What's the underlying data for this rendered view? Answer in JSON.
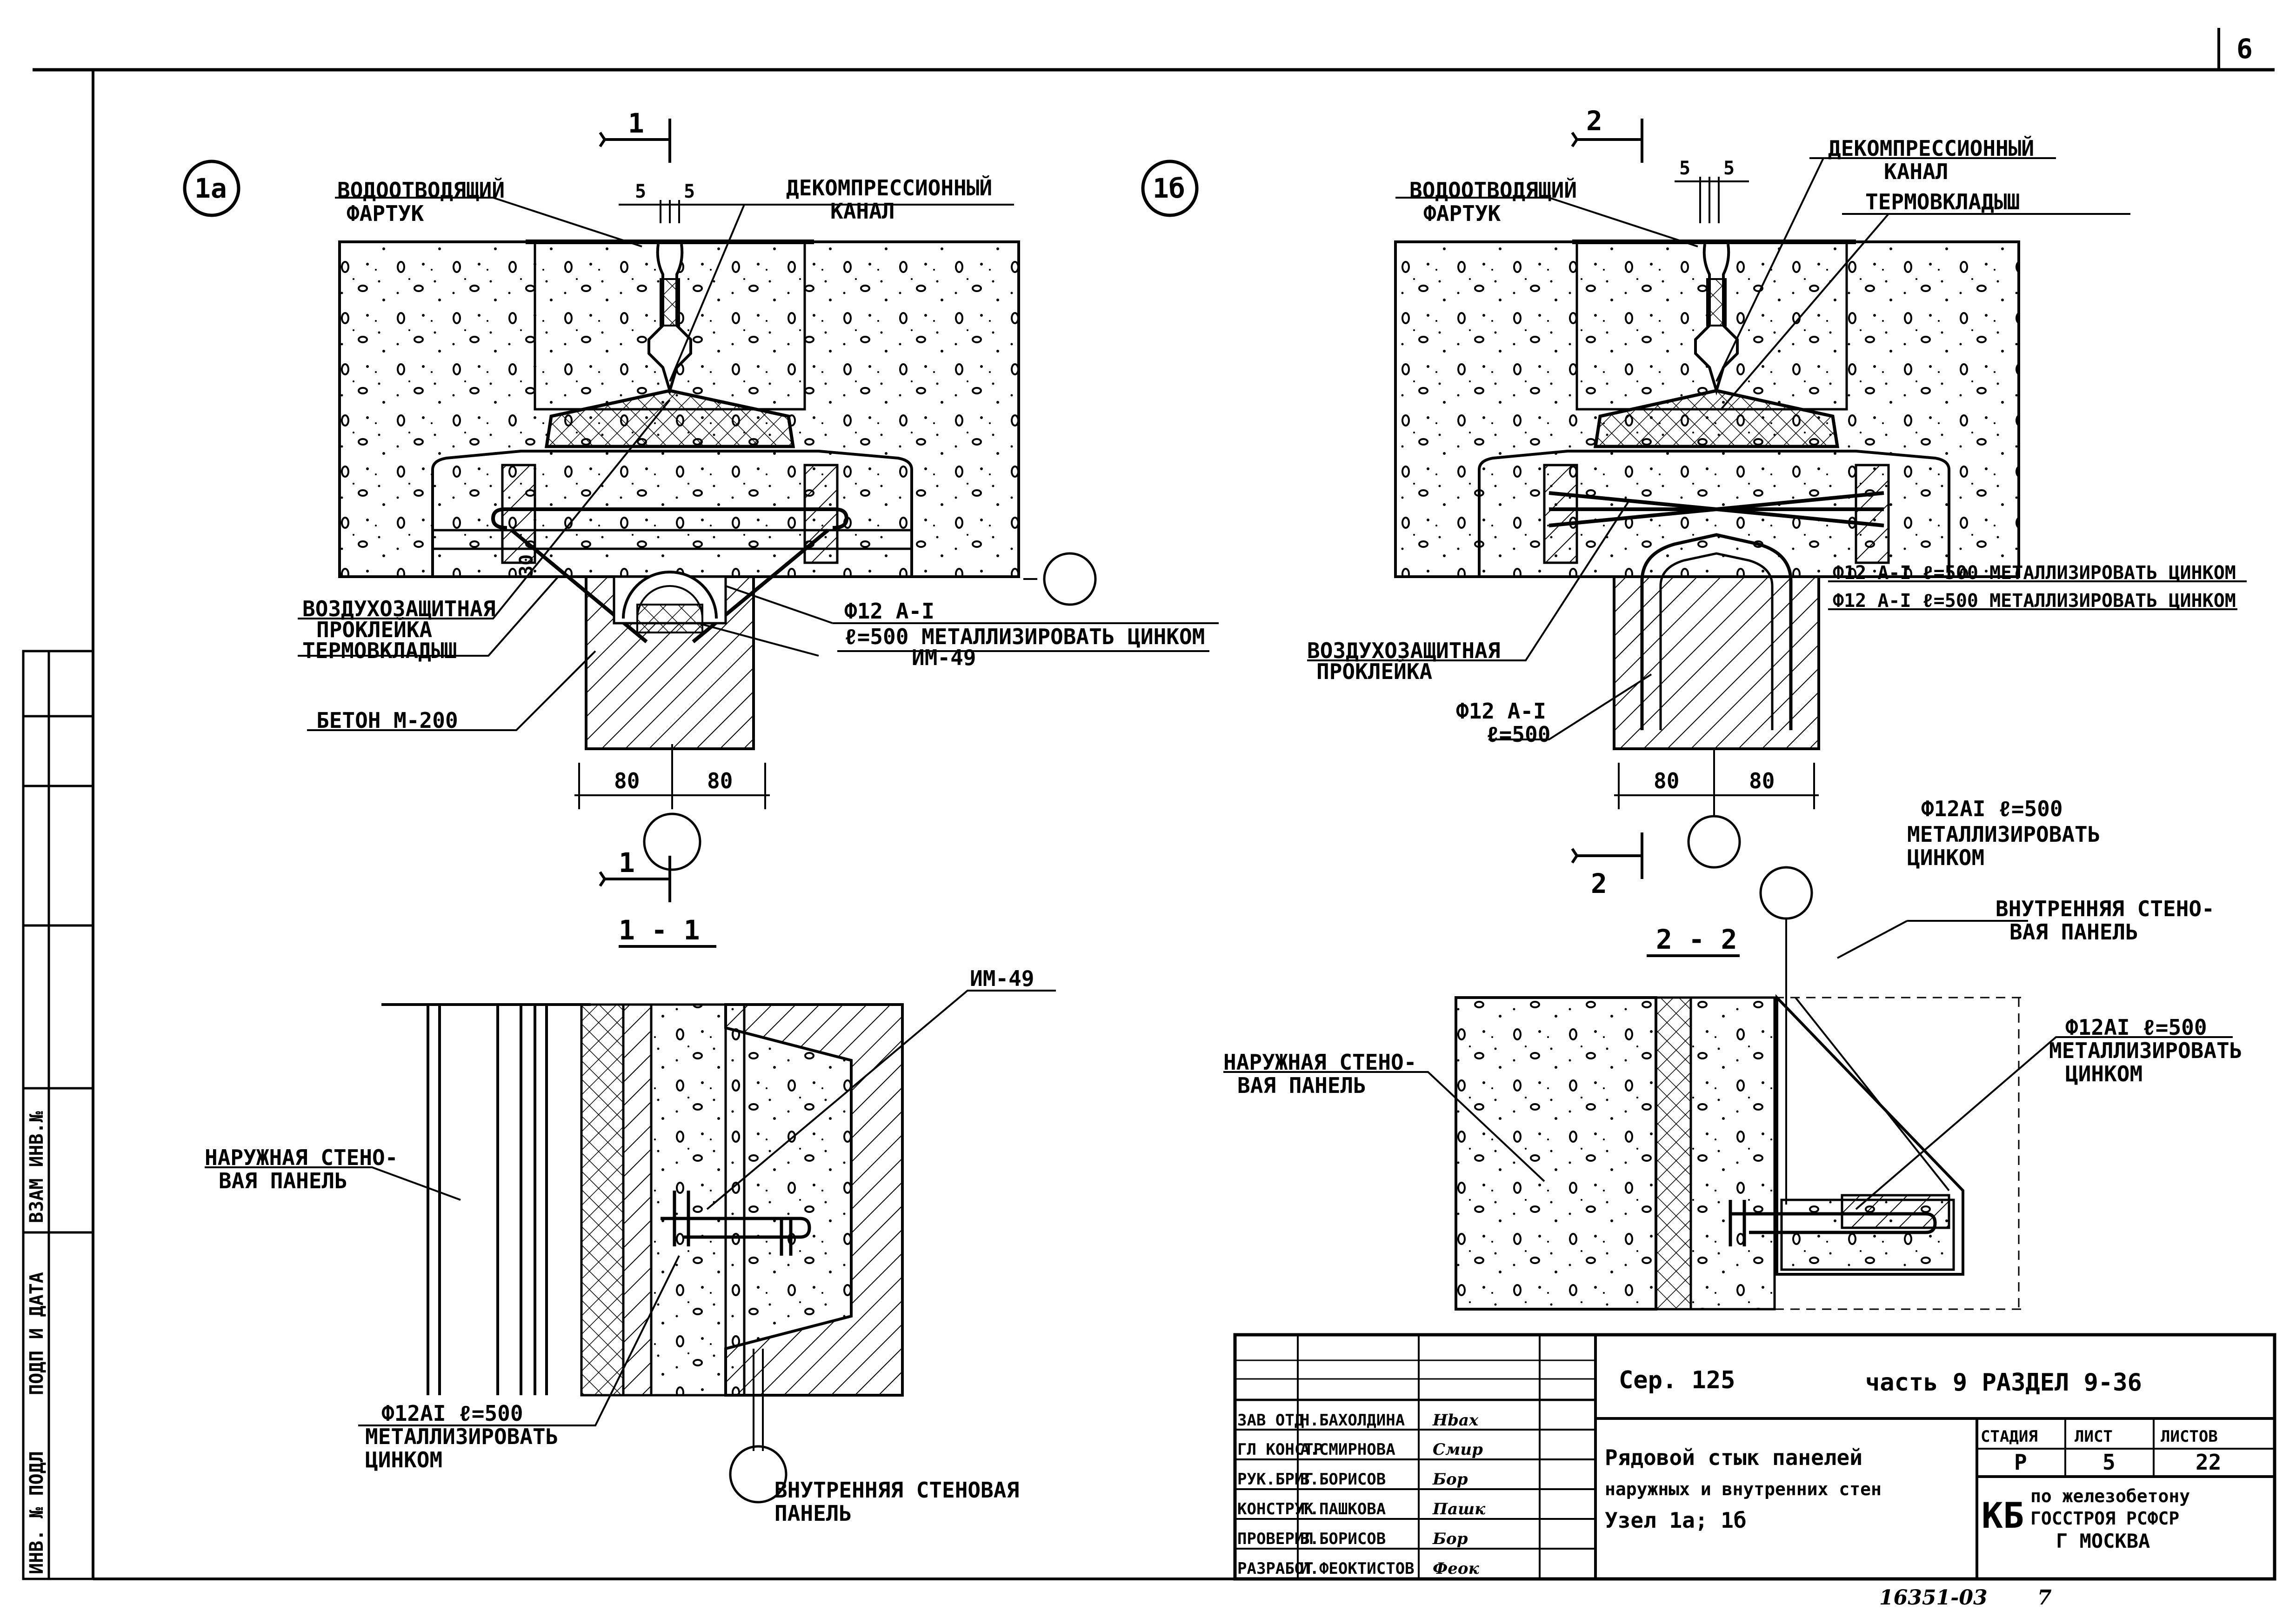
{
  "sheet": {
    "page_number": "6",
    "bottom_code": "16351-03",
    "bottom_number": "7"
  },
  "left_stamp": {
    "labels": [
      "ВЗАМ ИНВ.№",
      "ПОДП И ДАТА",
      "ИНВ. № ПОДЛ"
    ]
  },
  "node_1a": {
    "marker": "1а",
    "section_mark": "1",
    "dim_5_left": "5",
    "dim_5_right": "5",
    "apron_label_1": "ВОДООТВОДЯЩИЙ",
    "apron_label_2": "ФАРТУК",
    "channel_label_1": "ДЕКОМПРЕССИОННЫЙ",
    "channel_label_2": "КАНАЛ",
    "airproof_label_1": "ВОЗДУХОЗАЩИТНАЯ",
    "airproof_label_2": "ПРОКЛЕЙКА",
    "thermo_label": "ТЕРМОВКЛАДЫШ",
    "concrete_label": "БЕТОН М-200",
    "rebar_label_1": "Ф12 А-I",
    "rebar_label_2": "ℓ=500 МЕТАЛЛИЗИРОВАТЬ ЦИНКОМ",
    "mastic_label": "ИМ-49",
    "dim_30": "30",
    "dim_80_left": "80",
    "dim_80_right": "80"
  },
  "node_1b": {
    "marker": "1б",
    "section_mark": "2",
    "dim_5_left": "5",
    "dim_5_right": "5",
    "apron_label_1": "ВОДООТВОДЯЩИЙ",
    "apron_label_2": "ФАРТУК",
    "channel_label_1": "ДЕКОМПРЕССИОННЫЙ",
    "channel_label_2": "КАНАЛ",
    "thermo_label": "ТЕРМОВКЛАДЫШ",
    "rebar_a_label": "Ф12 А-I ℓ=500 МЕТАЛЛИЗИРОВАТЬ ЦИНКОМ",
    "rebar_b_label": "Ф12 А-I ℓ=500 МЕТАЛЛИЗИРОВАТЬ ЦИНКОМ",
    "airproof_label_1": "ВОЗДУХОЗАЩИТНАЯ",
    "airproof_label_2": "ПРОКЛЕЙКА",
    "rebar_c_label_1": "Ф12 А-I",
    "rebar_c_label_2": "ℓ=500",
    "dim_80_left": "80",
    "dim_80_right": "80"
  },
  "section_1_1": {
    "title": "1 - 1",
    "outer_panel_1": "НАРУЖНАЯ СТЕНО-",
    "outer_panel_2": "ВАЯ ПАНЕЛЬ",
    "mastic_label": "ИМ-49",
    "rebar_1": "Ф12АI ℓ=500",
    "rebar_2": "МЕТАЛЛИЗИРОВАТЬ",
    "rebar_3": "ЦИНКОМ",
    "inner_panel_1": "ВНУТРЕННЯЯ СТЕНОВАЯ",
    "inner_panel_2": "ПАНЕЛЬ"
  },
  "section_2_2": {
    "title": "2 - 2",
    "rebar_top_1": "Ф12АI ℓ=500",
    "rebar_top_2": "МЕТАЛЛИЗИРОВАТЬ",
    "rebar_top_3": "ЦИНКОМ",
    "inner_panel_1": "ВНУТРЕННЯЯ СТЕНО-",
    "inner_panel_2": "ВАЯ ПАНЕЛЬ",
    "outer_panel_1": "НАРУЖНАЯ СТЕНО-",
    "outer_panel_2": "ВАЯ ПАНЕЛЬ",
    "rebar_right_1": "Ф12АI ℓ=500",
    "rebar_right_2": "МЕТАЛЛИЗИРОВАТЬ",
    "rebar_right_3": "ЦИНКОМ"
  },
  "title_block": {
    "series": "Сер. 125",
    "part_section": "часть 9   РАЗДЕЛ 9-36",
    "roles": [
      "ЗАВ ОТД",
      "ГЛ КОНСТР",
      "РУК.БРИГ",
      "КОНСТРУК",
      "ПРОВЕРИЛ",
      "РАЗРАБОТ"
    ],
    "names": [
      "Н.БАХОЛДИНА",
      "А.СМИРНОВА",
      "В.БОРИСОВ",
      "Г.ПАШКОВА",
      "В.БОРИСОВ",
      "И.ФЕОКТИСТОВ"
    ],
    "signatures": [
      "Нbax",
      "Смир",
      "Бор",
      "Пашк",
      "Бор",
      "Феок"
    ],
    "title_1": "Рядовой стык панелей",
    "title_2": "наружных и внутренних стен",
    "title_3": "Узел 1а; 1б",
    "stage_h": "СТАДИЯ",
    "sheet_h": "ЛИСТ",
    "sheets_h": "ЛИСТОВ",
    "stage_v": "Р",
    "sheet_v": "5",
    "sheets_v": "22",
    "org_code": "КБ",
    "org_1": "по железобетону",
    "org_2": "ГОССТРОЯ РСФСР",
    "org_3": "Г МОСКВА"
  }
}
